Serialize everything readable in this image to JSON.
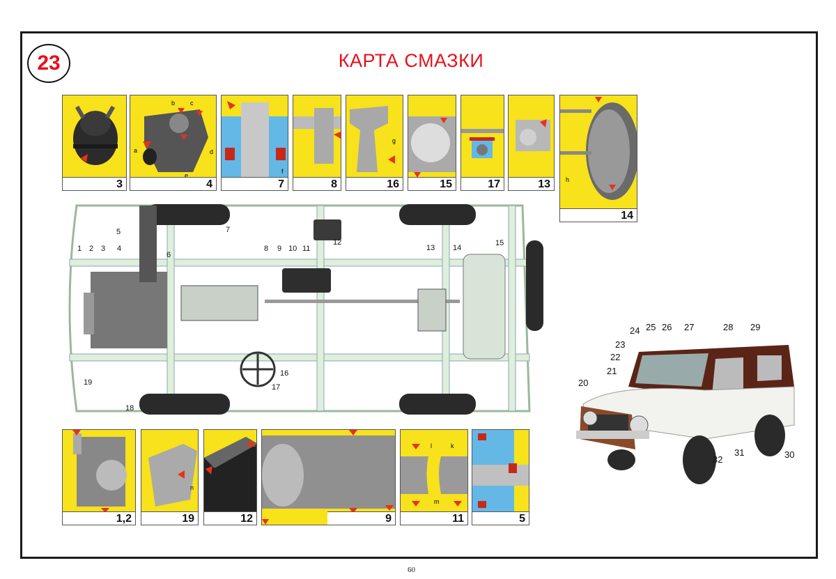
{
  "header": {
    "chart_number": "23",
    "title": "КАРТА СМАЗКИ"
  },
  "colors": {
    "accent_red": "#e8101a",
    "panel_yellow": "#f7e21b",
    "chassis_green": "#dfeedd",
    "body_white": "#f2f2ee",
    "roof_brown": "#5a2416",
    "highlight_blue": "#63b8e6"
  },
  "top_panels": [
    {
      "id": "3",
      "label": "3"
    },
    {
      "id": "4",
      "label": "4",
      "letters": [
        "a",
        "b",
        "c",
        "d",
        "e"
      ]
    },
    {
      "id": "7",
      "label": "7",
      "letters": [
        "f"
      ]
    },
    {
      "id": "8",
      "label": "8"
    },
    {
      "id": "16",
      "label": "16",
      "letters": [
        "g"
      ]
    },
    {
      "id": "15",
      "label": "15"
    },
    {
      "id": "17",
      "label": "17"
    },
    {
      "id": "13",
      "label": "13"
    },
    {
      "id": "14",
      "label": "14",
      "letters": [
        "h"
      ]
    }
  ],
  "bottom_panels": [
    {
      "id": "1-2",
      "label": "1,2"
    },
    {
      "id": "19",
      "label": "19",
      "letters": [
        "n"
      ]
    },
    {
      "id": "12",
      "label": "12"
    },
    {
      "id": "9",
      "label": "9"
    },
    {
      "id": "11",
      "label": "11",
      "letters": [
        "l",
        "k",
        "m"
      ]
    },
    {
      "id": "5",
      "label": "5"
    }
  ],
  "chassis_labels": [
    "1",
    "2",
    "3",
    "4",
    "5",
    "6",
    "7",
    "8",
    "9",
    "10",
    "11",
    "12",
    "13",
    "14",
    "15",
    "16",
    "17",
    "18",
    "19"
  ],
  "car_labels": [
    "20",
    "21",
    "22",
    "23",
    "24",
    "25",
    "26",
    "27",
    "28",
    "29",
    "30",
    "31",
    "32"
  ],
  "footer": {
    "page_number": "60"
  }
}
